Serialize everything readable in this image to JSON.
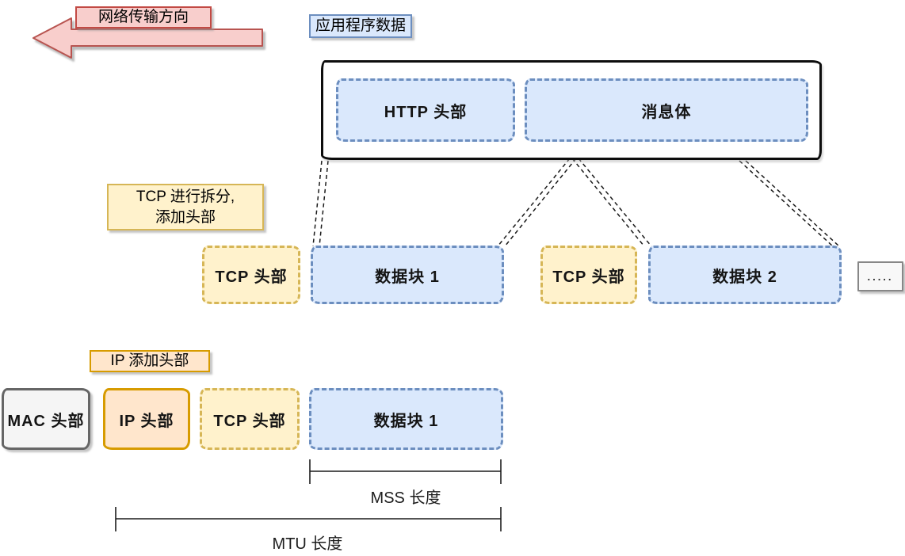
{
  "palette": {
    "pink_fill": "#f8cecc",
    "pink_stroke": "#b85450",
    "red_label_stroke": "#c24a44",
    "blue_fill": "#dae8fc",
    "blue_stroke": "#6c8ebf",
    "yellow_fill": "#fff2cc",
    "yellow_stroke": "#d6b656",
    "orange_fill": "#ffe6cc",
    "orange_stroke": "#d79b00",
    "gray_fill": "#f5f5f5",
    "gray_stroke": "#666666",
    "line_color": "#1a1a1a"
  },
  "arrow": {
    "label": "网络传输方向"
  },
  "application": {
    "label": "应用程序数据",
    "http_header": "HTTP 头部",
    "message_body": "消息体"
  },
  "tcp_layer": {
    "note_line1": "TCP 进行拆分,",
    "note_line2": "添加头部",
    "segments": [
      {
        "type": "tcp",
        "label": "TCP 头部"
      },
      {
        "type": "data",
        "label": "数据块 1"
      },
      {
        "type": "tcp",
        "label": "TCP 头部"
      },
      {
        "type": "data",
        "label": "数据块 2"
      }
    ],
    "ellipsis": "....."
  },
  "ip_layer": {
    "note": "IP 添加头部",
    "frame": [
      {
        "type": "mac",
        "label": "MAC 头部"
      },
      {
        "type": "ip",
        "label": "IP 头部"
      },
      {
        "type": "tcp",
        "label": "TCP 头部"
      },
      {
        "type": "data",
        "label": "数据块 1"
      }
    ]
  },
  "measures": {
    "mss": "MSS 长度",
    "mtu": "MTU 长度"
  }
}
